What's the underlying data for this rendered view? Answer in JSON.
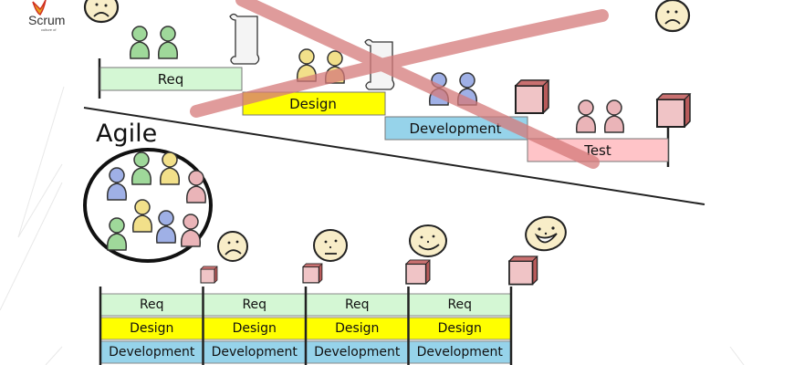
{
  "logo": {
    "name": "Scrum",
    "tagline": "culture of"
  },
  "waterfall": {
    "phases": [
      {
        "label": "Req",
        "color": "#d4f7d4",
        "team_color": "#9fd89a"
      },
      {
        "label": "Design",
        "color": "#ffff00",
        "team_color": "#f2e08a"
      },
      {
        "label": "Development",
        "color": "#96d3ea",
        "team_color": "#9fb0e6"
      },
      {
        "label": "Test",
        "color": "#ffc4c8",
        "team_color": "#eab4b8"
      }
    ],
    "crossed_out": true,
    "cross_color": "#d57a7a",
    "mood_start": "sad",
    "mood_end": "sad"
  },
  "agile": {
    "title": "Agile",
    "team_colors": [
      "#9fb0e6",
      "#9fd89a",
      "#f2e08a",
      "#eab4b8",
      "#9fd89a",
      "#f2e08a",
      "#9fb0e6",
      "#eab4b8"
    ],
    "iterations": [
      {
        "rows": [
          "Req",
          "Design",
          "Development"
        ],
        "mood": "sad"
      },
      {
        "rows": [
          "Req",
          "Design",
          "Development"
        ],
        "mood": "neutral"
      },
      {
        "rows": [
          "Req",
          "Design",
          "Development"
        ],
        "mood": "smile"
      },
      {
        "rows": [
          "Req",
          "Design",
          "Development"
        ],
        "mood": "big-smile"
      }
    ],
    "row_colors": [
      "#d4f7d4",
      "#ffff00",
      "#96d3ea"
    ]
  }
}
